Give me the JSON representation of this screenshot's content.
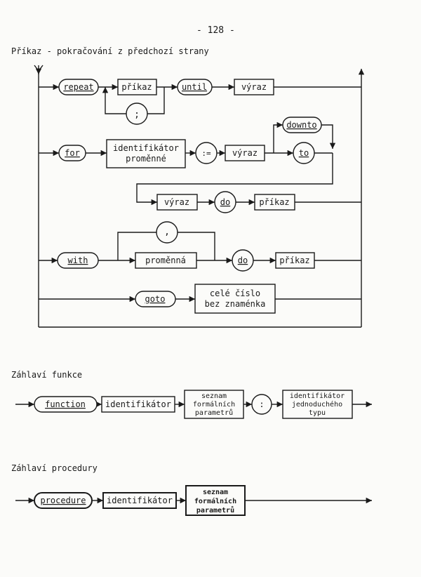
{
  "page": {
    "page_number": "- 128 -",
    "heading_statement": "Příkaz - pokračování z předchozí strany",
    "heading_function": "Záhlaví funkce",
    "heading_procedure": "Záhlaví procedury"
  },
  "statement_diagram": {
    "repeat_kw": "repeat",
    "repeat_body": "příkaz",
    "until_kw": "until",
    "until_expr": "výraz",
    "semicolon": ";",
    "for_kw": "for",
    "for_var": [
      "identifikátor",
      "proměnné"
    ],
    "assign": ":=",
    "for_from": "výraz",
    "downto_kw": "downto",
    "to_kw": "to",
    "for_to": "výraz",
    "do_kw": "do",
    "for_body": "příkaz",
    "comma": ",",
    "with_kw": "with",
    "with_var": "proměnná",
    "with_do_kw": "do",
    "with_body": "příkaz",
    "goto_kw": "goto",
    "goto_label": [
      "celé číslo",
      "bez znaménka"
    ]
  },
  "function_header": {
    "function_kw": "function",
    "identifier": "identifikátor",
    "params": [
      "seznam",
      "formálních",
      "parametrů"
    ],
    "colon": ":",
    "type_id": [
      "identifikátor",
      "jednoduchého",
      "typu"
    ]
  },
  "procedure_header": {
    "procedure_kw": "procedure",
    "identifier": "identifikátor",
    "params": [
      "seznam",
      "formálních",
      "parametrů"
    ]
  },
  "colors": {
    "ink": "#1a1a1a",
    "paper": "#fbfbf9"
  }
}
